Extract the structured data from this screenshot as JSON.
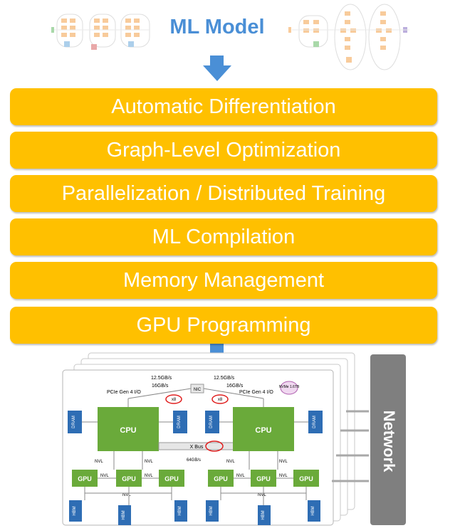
{
  "title": "ML Model",
  "layers": [
    "Automatic Differentiation",
    "Graph-Level Optimization",
    "Parallelization / Distributed Training",
    "ML Compilation",
    "Memory Management",
    "GPU Programming"
  ],
  "hardware": {
    "network_label": "Network",
    "cpu_label": "CPU",
    "gpu_label": "GPU",
    "hbm_label": "HBM",
    "dram_label": "DRAM",
    "nvl_label": "NVL",
    "nic_label": "NIC",
    "xbus_label": "X Bus",
    "pcie_label": "PCIe Gen 4 I/O",
    "rate_12": "12.5GB/s",
    "rate_16": "16GB/s",
    "rate_64": "64GB/s",
    "x8_label": "x8",
    "nvme_label": "NVMe 1.6TB"
  },
  "colors": {
    "layer": "#ffc000",
    "title": "#4a8fd6",
    "arrow": "#4a8fd6",
    "cpu": "#6aaa3a",
    "memory": "#2e6db4",
    "network": "#7f7f7f"
  }
}
